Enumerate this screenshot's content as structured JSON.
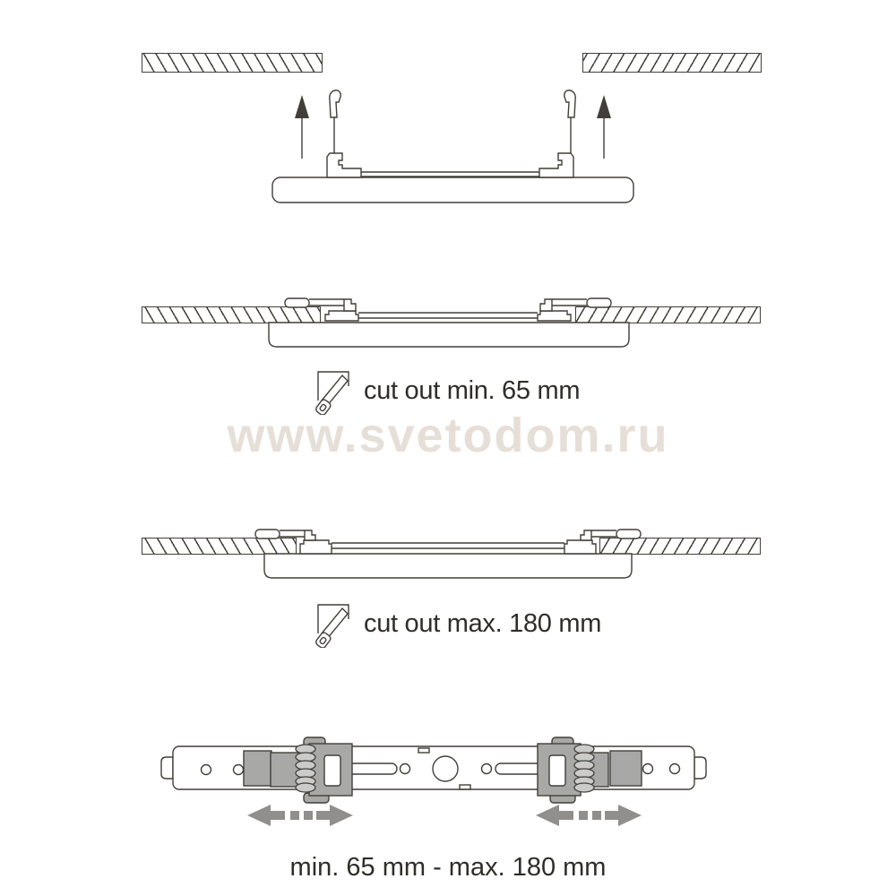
{
  "watermark": {
    "text": "www.svetodom.ru",
    "color": "#e5dfd8"
  },
  "annotations": {
    "cutout_min": {
      "icon": "saw-icon",
      "text": "cut out min. 65 mm"
    },
    "cutout_max": {
      "icon": "saw-icon",
      "text": "cut out max. 180 mm"
    },
    "range": {
      "text": "min. 65 mm - max. 180 mm"
    }
  },
  "colors": {
    "background": "#ffffff",
    "line": "#413f39",
    "text": "#2e2d2a",
    "clip_gray": "#a8a8a6",
    "arrow_gray": "#908f8d",
    "watermark_gray": "#e5dfd8"
  }
}
